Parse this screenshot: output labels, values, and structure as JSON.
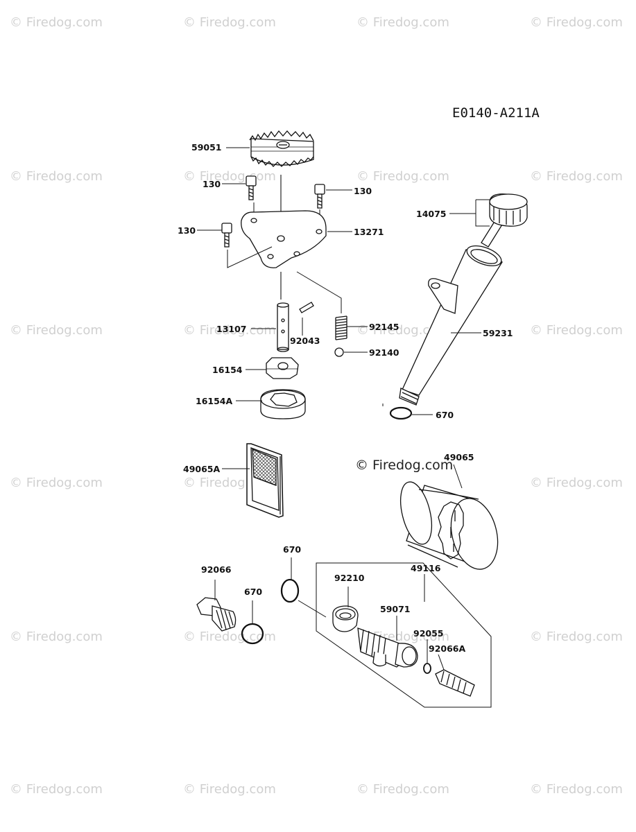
{
  "diagram_code": "E0140-A211A",
  "copyright": "© Firedog.com",
  "watermark": "© Firedog.com",
  "part_labels": {
    "p59051": "59051",
    "p130_a": "130",
    "p130_b": "130",
    "p130_c": "130",
    "p13271": "13271",
    "p14075": "14075",
    "p59231": "59231",
    "p13107": "13107",
    "p92043": "92043",
    "p92145": "92145",
    "p92140": "92140",
    "p16154": "16154",
    "p16154A": "16154A",
    "p670_a": "670",
    "p49065A": "49065A",
    "p49065": "49065",
    "p670_b": "670",
    "p92066": "92066",
    "p670_c": "670",
    "p92210": "92210",
    "p49116": "49116",
    "p59071": "59071",
    "p92055": "92055",
    "p92066A": "92066A"
  }
}
